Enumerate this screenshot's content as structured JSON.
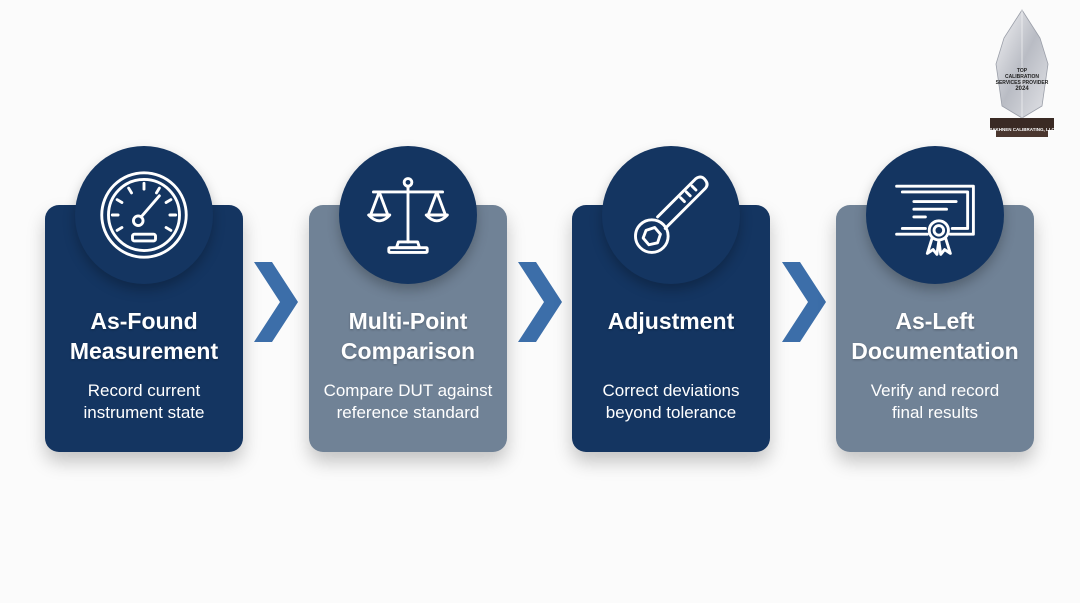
{
  "steps": [
    {
      "title": "As-Found\nMeasurement",
      "description": "Record current\ninstrument state",
      "icon": "gauge-icon",
      "card_color": "#143561"
    },
    {
      "title": "Multi-Point\nComparison",
      "description": "Compare DUT against\nreference standard",
      "icon": "balance-scale-icon",
      "card_color": "#708296"
    },
    {
      "title": "Adjustment",
      "description": "Correct deviations\nbeyond tolerance",
      "icon": "wrench-icon",
      "card_color": "#143561"
    },
    {
      "title": "As-Left\nDocumentation",
      "description": "Verify and record\nfinal results",
      "icon": "certificate-icon",
      "card_color": "#708296"
    }
  ],
  "connector_icon": "chevron-right-icon",
  "colors": {
    "navy": "#143561",
    "slate": "#708296",
    "chevron": "#3c6ea9",
    "background": "#fbfbfb"
  },
  "award": {
    "line1": "TOP",
    "line2": "CALIBRATION",
    "line3": "SERVICES PROVIDER",
    "year": "2024",
    "company": "SAKHNEN CALIBRATING, LLC"
  }
}
